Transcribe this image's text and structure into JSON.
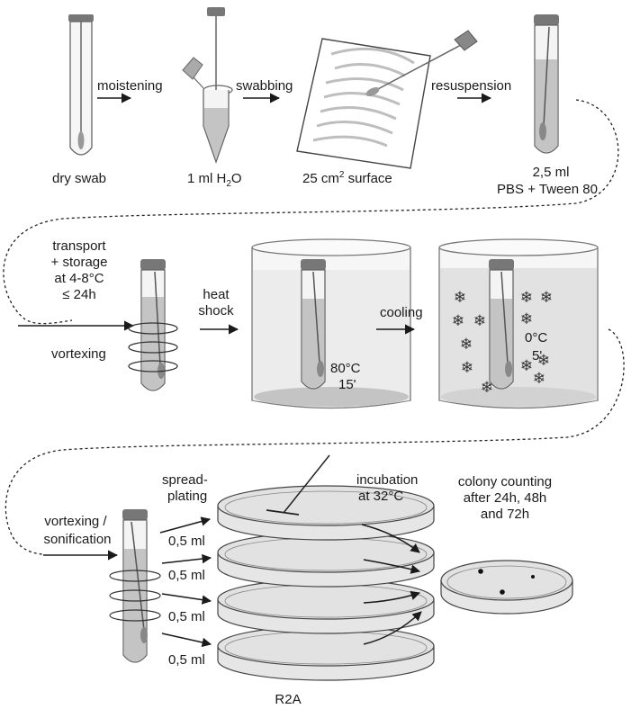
{
  "labels": {
    "moistening": "moistening",
    "swabbing": "swabbing",
    "resuspension": "resuspension",
    "dry_swab": "dry swab",
    "water_prefix": "1 ml H",
    "water_sub": "2",
    "water_suffix": "O",
    "surface_prefix": "25 cm",
    "surface_sup": "2",
    "surface_suffix": " surface",
    "volume_line1": "2,5 ml",
    "volume_line2": "PBS + Tween 80",
    "transport_line1": "transport",
    "transport_line2": "+ storage",
    "transport_line3": "at 4-8°C",
    "transport_line4": "≤ 24h",
    "vortexing": "vortexing",
    "heat_line1": "heat",
    "heat_line2": "shock",
    "cooling": "cooling",
    "heat_temp": "80°C",
    "heat_time": "15'",
    "cool_temp": "0°C",
    "cool_time": "5'",
    "vortex_sonication_line1": "vortexing /",
    "vortex_sonication_line2": "sonification",
    "spread_line1": "spread-",
    "spread_line2": "plating",
    "aliquot_1": "0,5 ml",
    "aliquot_2": "0,5 ml",
    "aliquot_3": "0,5 ml",
    "aliquot_4": "0,5 ml",
    "incubation_line1": "incubation",
    "incubation_line2": "at 32°C",
    "counting_line1": "colony counting",
    "counting_line2": "after 24h, 48h",
    "counting_line3": "and 72h",
    "medium": "R2A"
  },
  "icons": {
    "snowflake": "❄",
    "arrow": "arrow-right-icon"
  },
  "colors": {
    "liquid": "#c4c4c4",
    "glass": "#f4f4f4",
    "ink": "#1a1a1a",
    "cap": "#777777"
  }
}
